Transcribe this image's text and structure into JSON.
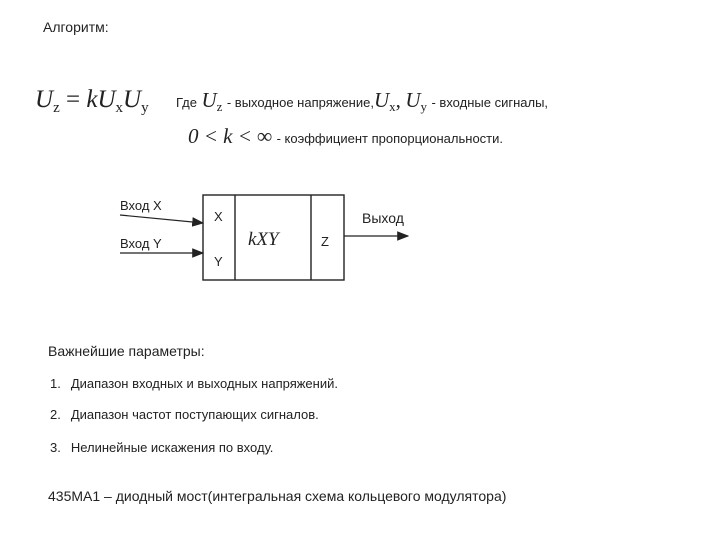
{
  "heading": "Алгоритм:",
  "formula": {
    "lhs_var": "U",
    "lhs_sub": "z",
    "equals": " = ",
    "k": "k",
    "ux_var": "U",
    "ux_sub": "x",
    "uy_var": "U",
    "uy_sub": "y"
  },
  "definitions": {
    "where": "Где",
    "uz_var": "U",
    "uz_sub": "z",
    "uz_desc": "- выходное напряжение,",
    "ux_var": "U",
    "ux_sub": "x",
    "comma": ",",
    "uy_var": "U",
    "uy_sub": "y",
    "inputs_desc": "- входные сигналы,",
    "k_range": "0 < k < ∞",
    "k_desc": "- коэффициент пропорциональности."
  },
  "diagram": {
    "input_x_label": "Вход X",
    "input_y_label": "Вход Y",
    "port_x": "X",
    "port_y": "Y",
    "function": "kXY",
    "port_z": "Z",
    "output_label": "Выход"
  },
  "params": {
    "heading": "Важнейшие параметры:",
    "items": [
      {
        "num": "1.",
        "text": "Диапазон входных и выходных напряжений."
      },
      {
        "num": "2.",
        "text": "Диапазон частот поступающих сигналов."
      },
      {
        "num": "3.",
        "text": "Нелинейные искажения по входу."
      }
    ]
  },
  "footer": "435МА1 – диодный мост(интегральная схема кольцевого модулятора)"
}
